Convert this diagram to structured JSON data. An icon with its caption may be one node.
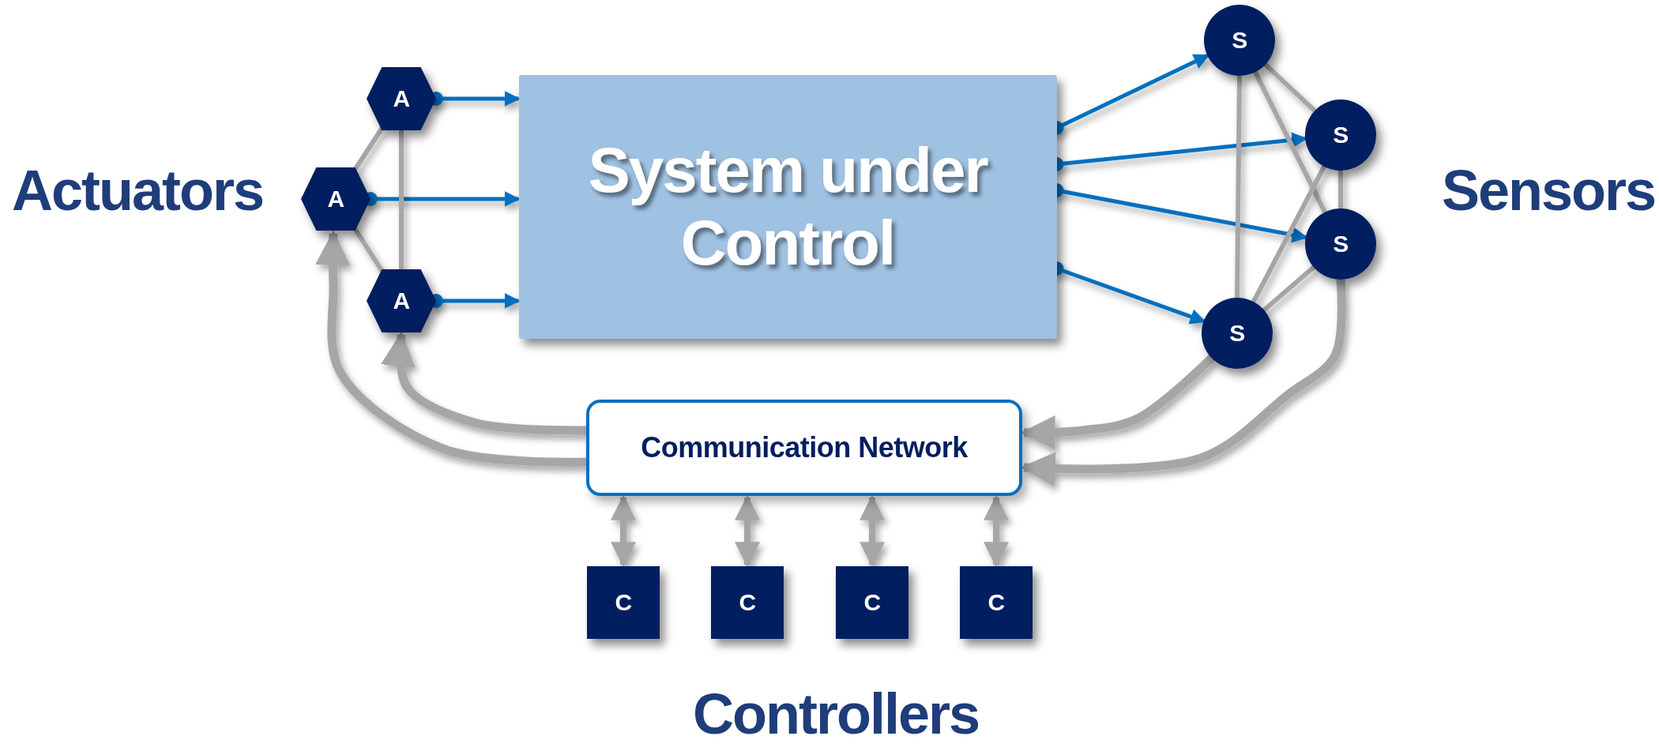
{
  "diagram": {
    "nodes": [
      {
        "text": [
          "A"
        ]
      },
      {
        "text": [
          "A"
        ]
      },
      {
        "text": [
          "A"
        ]
      },
      {
        "text": [
          "System under Control"
        ]
      },
      {
        "text": [
          "S"
        ]
      },
      {
        "text": [
          "S"
        ]
      },
      {
        "text": [
          "S"
        ]
      },
      {
        "text": [
          "S"
        ]
      },
      {
        "text": [
          "Communication Network"
        ]
      },
      {
        "text": [
          "C"
        ]
      },
      {
        "text": [
          "C"
        ]
      },
      {
        "text": [
          "C"
        ]
      },
      {
        "text": [
          "C"
        ]
      }
    ],
    "edges": [
      {
        "from": 0,
        "to": 3,
        "arrow": "to",
        "color": "#0070c0"
      },
      {
        "from": 1,
        "to": 3,
        "arrow": "to",
        "color": "#0070c0"
      },
      {
        "from": 2,
        "to": 3,
        "arrow": "to",
        "color": "#0070c0"
      },
      {
        "from": 3,
        "to": 4,
        "arrow": "to",
        "color": "#0070c0"
      },
      {
        "from": 3,
        "to": 5,
        "arrow": "to",
        "color": "#0070c0"
      },
      {
        "from": 3,
        "to": 6,
        "arrow": "to",
        "color": "#0070c0"
      },
      {
        "from": 3,
        "to": 7,
        "arrow": "to",
        "color": "#0070c0"
      },
      {
        "from": 0,
        "to": 1,
        "arrow": "none"
      },
      {
        "from": 0,
        "to": 2,
        "arrow": "none"
      },
      {
        "from": 1,
        "to": 2,
        "arrow": "none"
      },
      {
        "from": 4,
        "to": 5,
        "arrow": "none"
      },
      {
        "from": 4,
        "to": 6,
        "arrow": "none"
      },
      {
        "from": 4,
        "to": 7,
        "arrow": "none"
      },
      {
        "from": 5,
        "to": 6,
        "arrow": "none"
      },
      {
        "from": 5,
        "to": 7,
        "arrow": "none"
      },
      {
        "from": 6,
        "to": 7,
        "arrow": "none"
      },
      {
        "from": 8,
        "to": 1,
        "arrow": "to",
        "style": "thick"
      },
      {
        "from": 8,
        "to": 2,
        "arrow": "to",
        "style": "thick"
      },
      {
        "from": 7,
        "to": 8,
        "arrow": "to",
        "style": "thick"
      },
      {
        "from": 6,
        "to": 8,
        "arrow": "to",
        "style": "thick"
      },
      {
        "from": 8,
        "to": 9,
        "arrow": "both"
      },
      {
        "from": 8,
        "to": 10,
        "arrow": "both"
      },
      {
        "from": 8,
        "to": 11,
        "arrow": "both"
      },
      {
        "from": 8,
        "to": 12,
        "arrow": "both"
      }
    ],
    "labels": [
      "Actuators",
      "Sensors",
      "Controllers"
    ]
  }
}
